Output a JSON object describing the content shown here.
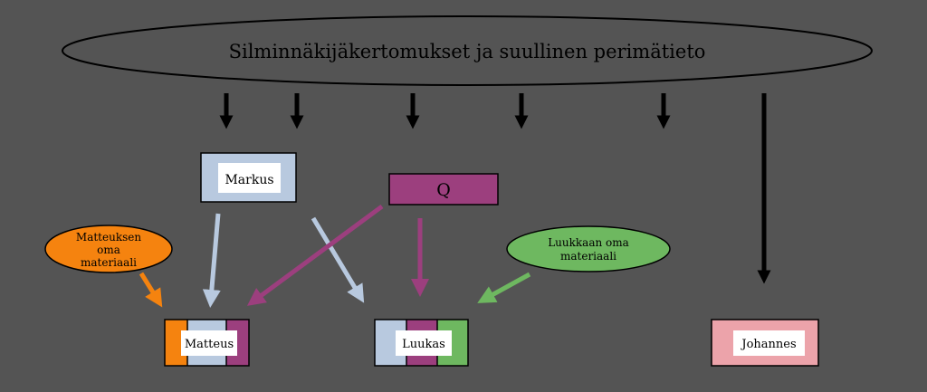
{
  "top_source": {
    "label": "Silminnäkijäkertomukset ja suullinen perimätieto"
  },
  "nodes": {
    "markus": {
      "label": "Markus",
      "color": "#b8c9df"
    },
    "q": {
      "label": "Q",
      "color": "#9c3f7e"
    },
    "matteus_own": {
      "label_lines": [
        "Matteuksen",
        "oma",
        "materiaali"
      ],
      "color": "#f5830f"
    },
    "luukas_own": {
      "label_lines": [
        "Luukkaan oma",
        "materiaali"
      ],
      "color": "#6eb860"
    },
    "matteus": {
      "label": "Matteus",
      "segment_colors": [
        "#f5830f",
        "#b8c9df",
        "#9c3f7e"
      ]
    },
    "luukas": {
      "label": "Luukas",
      "segment_colors": [
        "#b8c9df",
        "#9c3f7e",
        "#6eb860"
      ]
    },
    "johannes": {
      "label": "Johannes",
      "color": "#eca3aa"
    }
  },
  "colors": {
    "background": "#545454",
    "markus_arrow": "#b8c9df",
    "q_arrow": "#9c3f7e",
    "matteus_own_arrow": "#f5830f",
    "luukas_own_arrow": "#6eb860",
    "oral_arrow": "#000000"
  }
}
